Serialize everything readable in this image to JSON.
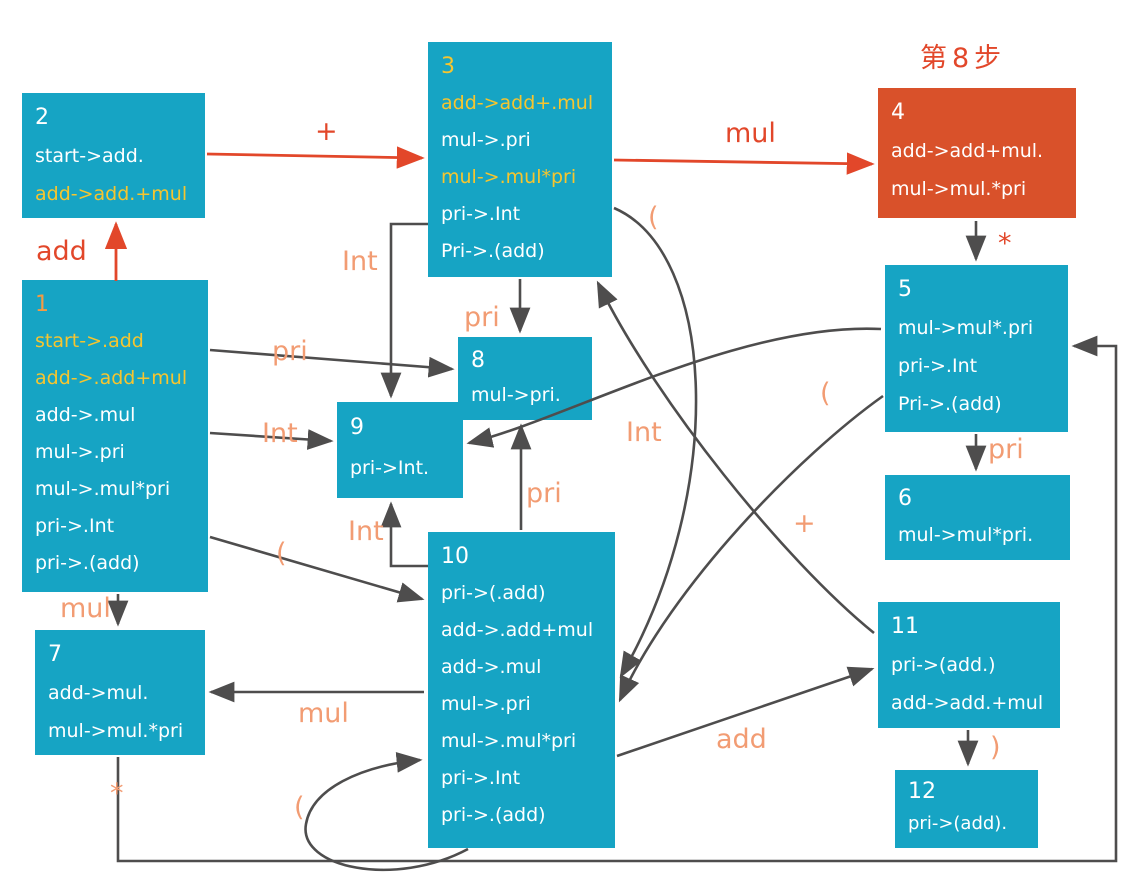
{
  "title": "第8步",
  "colors": {
    "teal": "#16a4c4",
    "orange_box": "#d9512a",
    "yellow_item": "#f7c52e",
    "red_accent": "#e2472a",
    "salmon_label": "#f29c73",
    "arrow_dark": "#4e4d4d"
  },
  "states": {
    "s1": {
      "num": "1",
      "items": [
        "start->.add",
        "add->.add+mul",
        "add->.mul",
        "mul->.pri",
        "mul->.mul*pri",
        "pri->.Int",
        "pri->.(add)"
      ]
    },
    "s2": {
      "num": "2",
      "items": [
        "start->add.",
        "add->add.+mul"
      ]
    },
    "s3": {
      "num": "3",
      "items": [
        "add->add+.mul",
        "mul->.pri",
        "mul->.mul*pri",
        "pri->.Int",
        "Pri->.(add)"
      ]
    },
    "s4": {
      "num": "4",
      "items": [
        "add->add+mul.",
        "mul->mul.*pri"
      ]
    },
    "s5": {
      "num": "5",
      "items": [
        "mul->mul*.pri",
        "pri->.Int",
        "Pri->.(add)"
      ]
    },
    "s6": {
      "num": "6",
      "items": [
        "mul->mul*pri."
      ]
    },
    "s7": {
      "num": "7",
      "items": [
        "add->mul.",
        "mul->mul.*pri"
      ]
    },
    "s8": {
      "num": "8",
      "items": [
        "mul->pri."
      ]
    },
    "s9": {
      "num": "9",
      "items": [
        "pri->Int."
      ]
    },
    "s10": {
      "num": "10",
      "items": [
        "pri->(.add)",
        "add->.add+mul",
        "add->.mul",
        "mul->.pri",
        "mul->.mul*pri",
        "pri->.Int",
        "pri->.(add)"
      ]
    },
    "s11": {
      "num": "11",
      "items": [
        "pri->(add.)",
        "add->add.+mul"
      ]
    },
    "s12": {
      "num": "12",
      "items": [
        "pri->(add)."
      ]
    }
  },
  "edges": {
    "e1_2": {
      "label": "add"
    },
    "e2_3": {
      "label": "+"
    },
    "e3_4": {
      "label": "mul"
    },
    "e4_5": {
      "label": "*"
    },
    "e5_6": {
      "label": "pri"
    },
    "e1_7": {
      "label": "mul"
    },
    "e1_8": {
      "label": "pri"
    },
    "e1_9": {
      "label": "Int"
    },
    "e1_10": {
      "label": "("
    },
    "e3_8": {
      "label": "pri"
    },
    "e3_9": {
      "label": "Int"
    },
    "e3_10": {
      "label": "("
    },
    "e5_9": {
      "label": "Int"
    },
    "e5_10": {
      "label": "("
    },
    "e7_5": {
      "label": "*"
    },
    "e10_7": {
      "label": "mul"
    },
    "e10_8": {
      "label": "pri"
    },
    "e10_9": {
      "label": "Int"
    },
    "e10_10": {
      "label": "("
    },
    "e10_11": {
      "label": "add"
    },
    "e11_3": {
      "label": "+"
    },
    "e11_12": {
      "label": ")"
    }
  }
}
